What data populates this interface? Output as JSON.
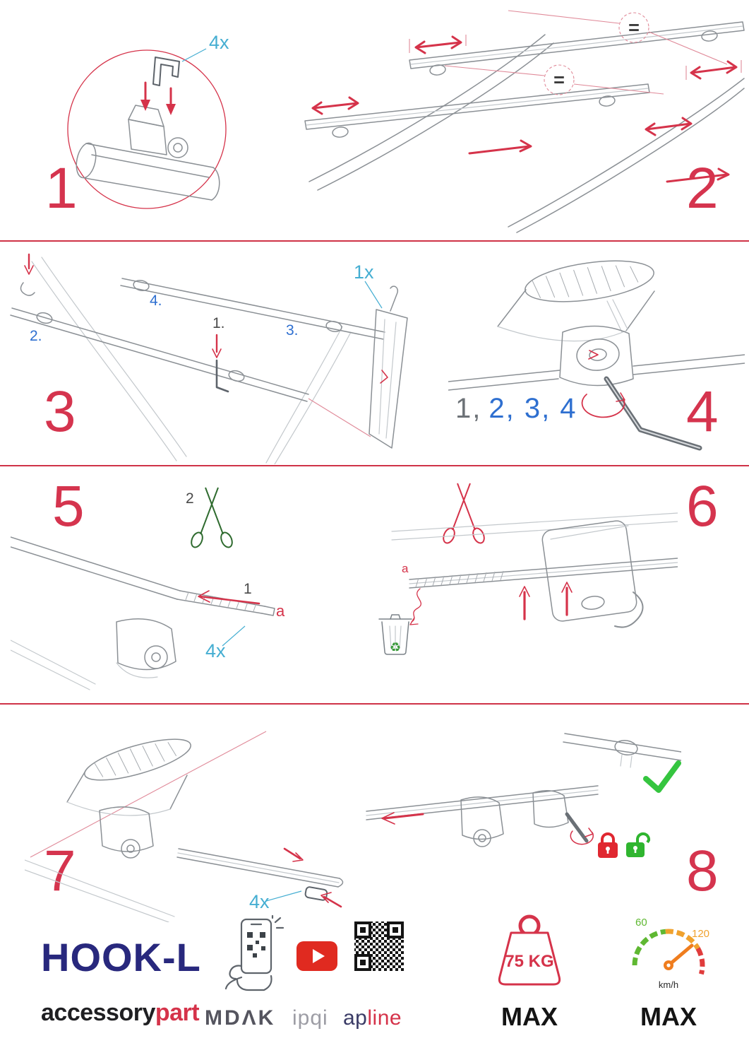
{
  "colors": {
    "accent_red": "#d5334a",
    "label_blue": "#45aed2",
    "step_blue": "#2e6fd0",
    "success_green": "#35c53f",
    "brand_navy": "#28287d"
  },
  "icons": {
    "recycle": "♻"
  },
  "steps": {
    "s1": {
      "number": "1",
      "qty": "4x"
    },
    "s2": {
      "number": "2",
      "equal": "="
    },
    "s3": {
      "number": "3",
      "qty": "1x",
      "sub1": "1.",
      "sub2": "2.",
      "sub3": "3.",
      "sub4": "4."
    },
    "s4": {
      "number": "4",
      "seq_first": "1,",
      "seq_rest": "2, 3, 4"
    },
    "s5": {
      "number": "5",
      "qty": "4x",
      "label_a": "a",
      "label_one": "1",
      "label_two": "2"
    },
    "s6": {
      "number": "6",
      "label_a": "a"
    },
    "s7": {
      "number": "7",
      "qty": "4x"
    },
    "s8": {
      "number": "8"
    }
  },
  "footer": {
    "product_name": "HOOK-L",
    "brand_first": "accessory",
    "brand_second": "part",
    "logo_mdak": "MDΛK",
    "logo_ipqi": "ipqi",
    "logo_apline_first": "ap",
    "logo_apline_second": "line",
    "weight_value": "75 KG",
    "weight_max": "MAX",
    "gauge_low": "60",
    "gauge_high": "120",
    "gauge_unit": "km/h",
    "gauge_max": "MAX"
  }
}
